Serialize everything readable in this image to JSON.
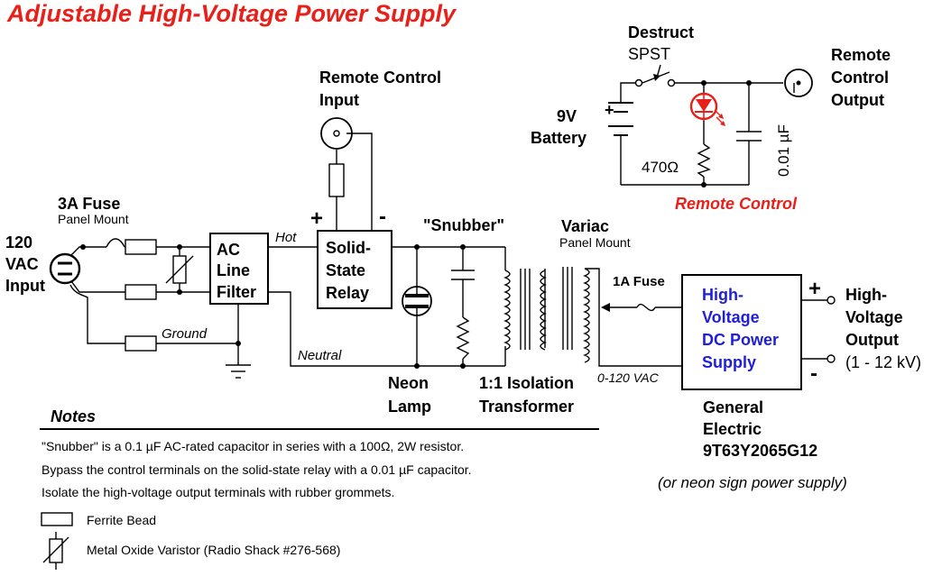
{
  "title": "Adjustable High-Voltage Power Supply",
  "labels": {
    "fuse3a": "3A Fuse",
    "fuse3a_sub": "Panel Mount",
    "input_120": "120",
    "input_vac": "VAC",
    "input_input": "Input",
    "ac_line_1": "AC",
    "ac_line_2": "Line",
    "ac_line_3": "Filter",
    "hot": "Hot",
    "neutral": "Neutral",
    "ground": "Ground",
    "remote_in_1": "Remote Control",
    "remote_in_2": "Input",
    "plus": "+",
    "minus": "-",
    "ssr_1": "Solid-",
    "ssr_2": "State",
    "ssr_3": "Relay",
    "snubber": "\"Snubber\"",
    "variac": "Variac",
    "variac_sub": "Panel Mount",
    "fuse1a": "1A Fuse",
    "neon_1": "Neon",
    "neon_2": "Lamp",
    "iso_1": "1:1 Isolation",
    "iso_2": "Transformer",
    "vac_range": "0-120 VAC",
    "hvdc_1": "High-",
    "hvdc_2": "Voltage",
    "hvdc_3": "DC Power",
    "hvdc_4": "Supply",
    "ge_1": "General",
    "ge_2": "Electric",
    "ge_3": "9T63Y2065G12",
    "ge_alt": "(or neon sign power supply)",
    "hv_out_1": "High-",
    "hv_out_2": "Voltage",
    "hv_out_3": "Output",
    "hv_out_4": "(1 - 12 kV)",
    "destruct": "Destruct",
    "spst": "SPST",
    "battery_1": "9V",
    "battery_2": "Battery",
    "resistor": "470Ω",
    "capacitor": "0.01 µF",
    "remote_out_1": "Remote",
    "remote_out_2": "Control",
    "remote_out_3": "Output",
    "remote_control": "Remote Control"
  },
  "notes": {
    "heading": "Notes",
    "items": [
      "\"Snubber\" is a 0.1 µF AC-rated capacitor in series with a 100Ω, 2W resistor.",
      "Bypass the control terminals on the solid-state relay with a 0.01 µF capacitor.",
      "Isolate the high-voltage output terminals with rubber grommets."
    ]
  },
  "legend": {
    "ferrite": "Ferrite Bead",
    "mov": "Metal Oxide Varistor (Radio Shack #276-568)"
  },
  "colors": {
    "title": "#e8201a",
    "accent_blue": "#1f1fd8",
    "led": "#e8201a"
  }
}
